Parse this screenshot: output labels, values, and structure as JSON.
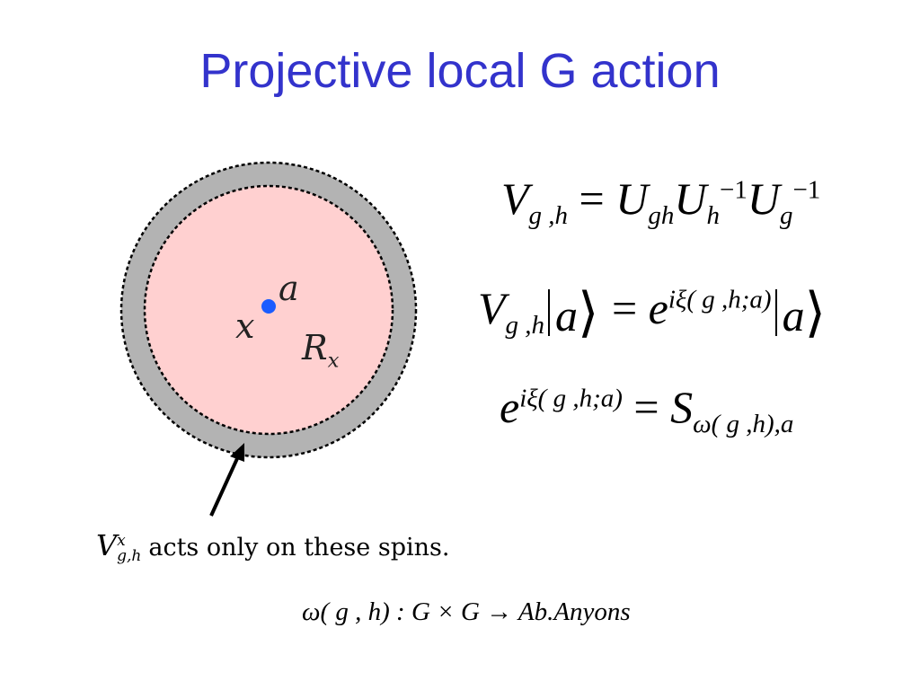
{
  "slide": {
    "title": "Projective local G action"
  },
  "diagram": {
    "point_label": "a",
    "position_label": "x",
    "region_label": "R",
    "region_subscript": "x",
    "arrow_caption": {
      "operator": "V",
      "superscript": "x",
      "subscript": "g,h",
      "text": "acts only on these spins."
    },
    "colors": {
      "annulus": "#b3b3b3",
      "region_fill": "#ffd0d0",
      "point": "#1a5cff",
      "title": "#3333cc"
    }
  },
  "equations": {
    "eq1": {
      "lhs": "V",
      "lhs_sub": "g ,h",
      "equals": "=",
      "u1": "U",
      "u1_sub": "gh",
      "u2": "U",
      "u2_sub": "h",
      "u2_sup": "−1",
      "u3": "U",
      "u3_sub": "g",
      "u3_sup": "−1"
    },
    "eq2": {
      "lhs": "V",
      "lhs_sub": "g ,h",
      "ket": "a",
      "equals": "=",
      "exp_base": "e",
      "exp": "iξ( g ,h;a)",
      "ket_rhs": "a"
    },
    "eq3": {
      "exp_base": "e",
      "exp": "iξ( g ,h;a)",
      "equals": "=",
      "rhs": "S",
      "rhs_sub": "ω( g ,h),a"
    },
    "map": "ω( g , h) : G × G → Ab.Anyons"
  }
}
